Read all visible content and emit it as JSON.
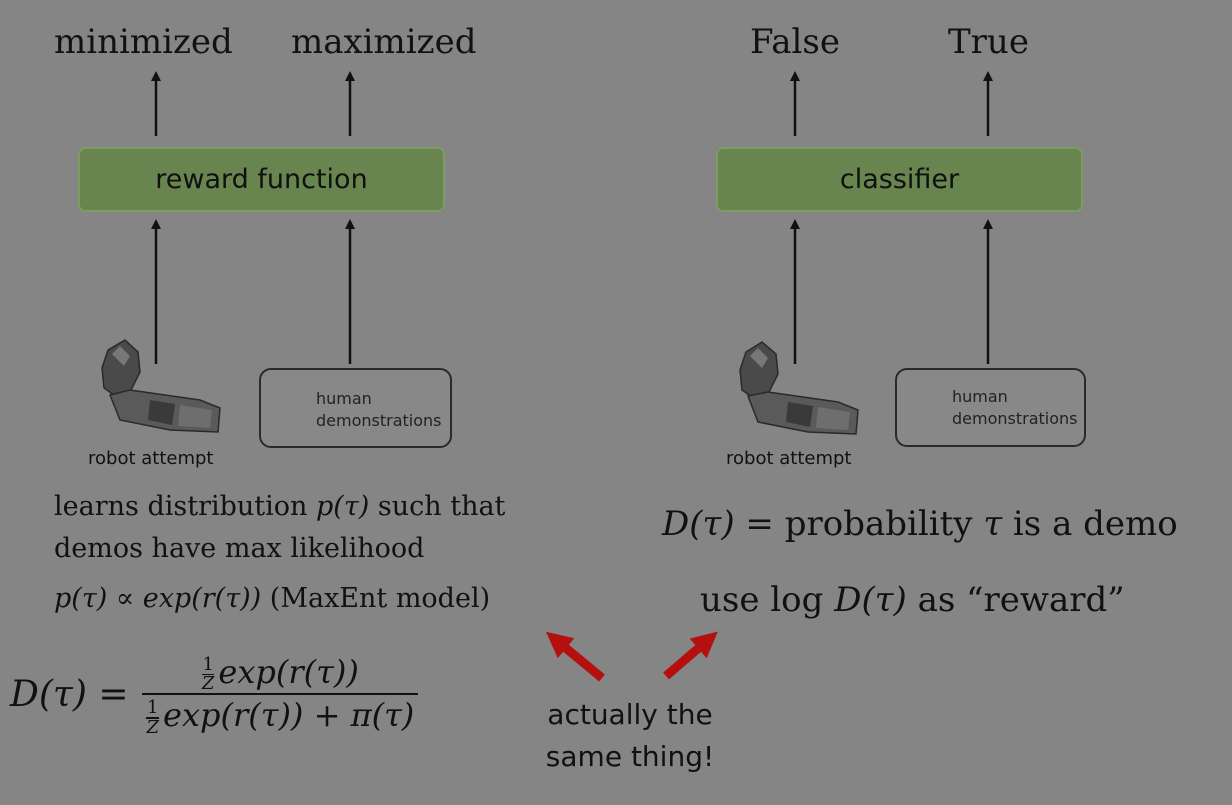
{
  "left": {
    "outputs": [
      "minimized",
      "maximized"
    ],
    "box_label": "reward function",
    "robot_caption": "robot attempt",
    "demo_label_line1": "human",
    "demo_label_line2": "demonstrations",
    "text_line1_pre": "learns distribution ",
    "text_line1_math": "p(τ)",
    "text_line1_post": " such that",
    "text_line2": "demos have max likelihood",
    "text_line3_math": "p(τ) ∝ exp(r(τ))",
    "text_line3_post": " (MaxEnt model)"
  },
  "right": {
    "outputs": [
      "False",
      "True"
    ],
    "box_label": "classifier",
    "robot_caption": "robot attempt",
    "demo_label_line1": "human",
    "demo_label_line2": "demonstrations",
    "eq_lhs": "D(τ)",
    "eq_rest": " = probability ",
    "eq_tau": "τ",
    "eq_end": " is a demo",
    "reward_pre": "use log ",
    "reward_math": "D(τ)",
    "reward_post": " as “reward”"
  },
  "bottom": {
    "d_lhs": "D(τ) =",
    "frac_z_num": "1",
    "frac_z_den": "Z",
    "num_expr": "exp(r(τ))",
    "den_expr": "exp(r(τ)) + π(τ)",
    "note_line1": "actually the",
    "note_line2": "same thing!"
  },
  "colors": {
    "background": "#858585",
    "box_fill": "#69854f",
    "arrow_red": "#b51010",
    "hand": "#c98468"
  }
}
